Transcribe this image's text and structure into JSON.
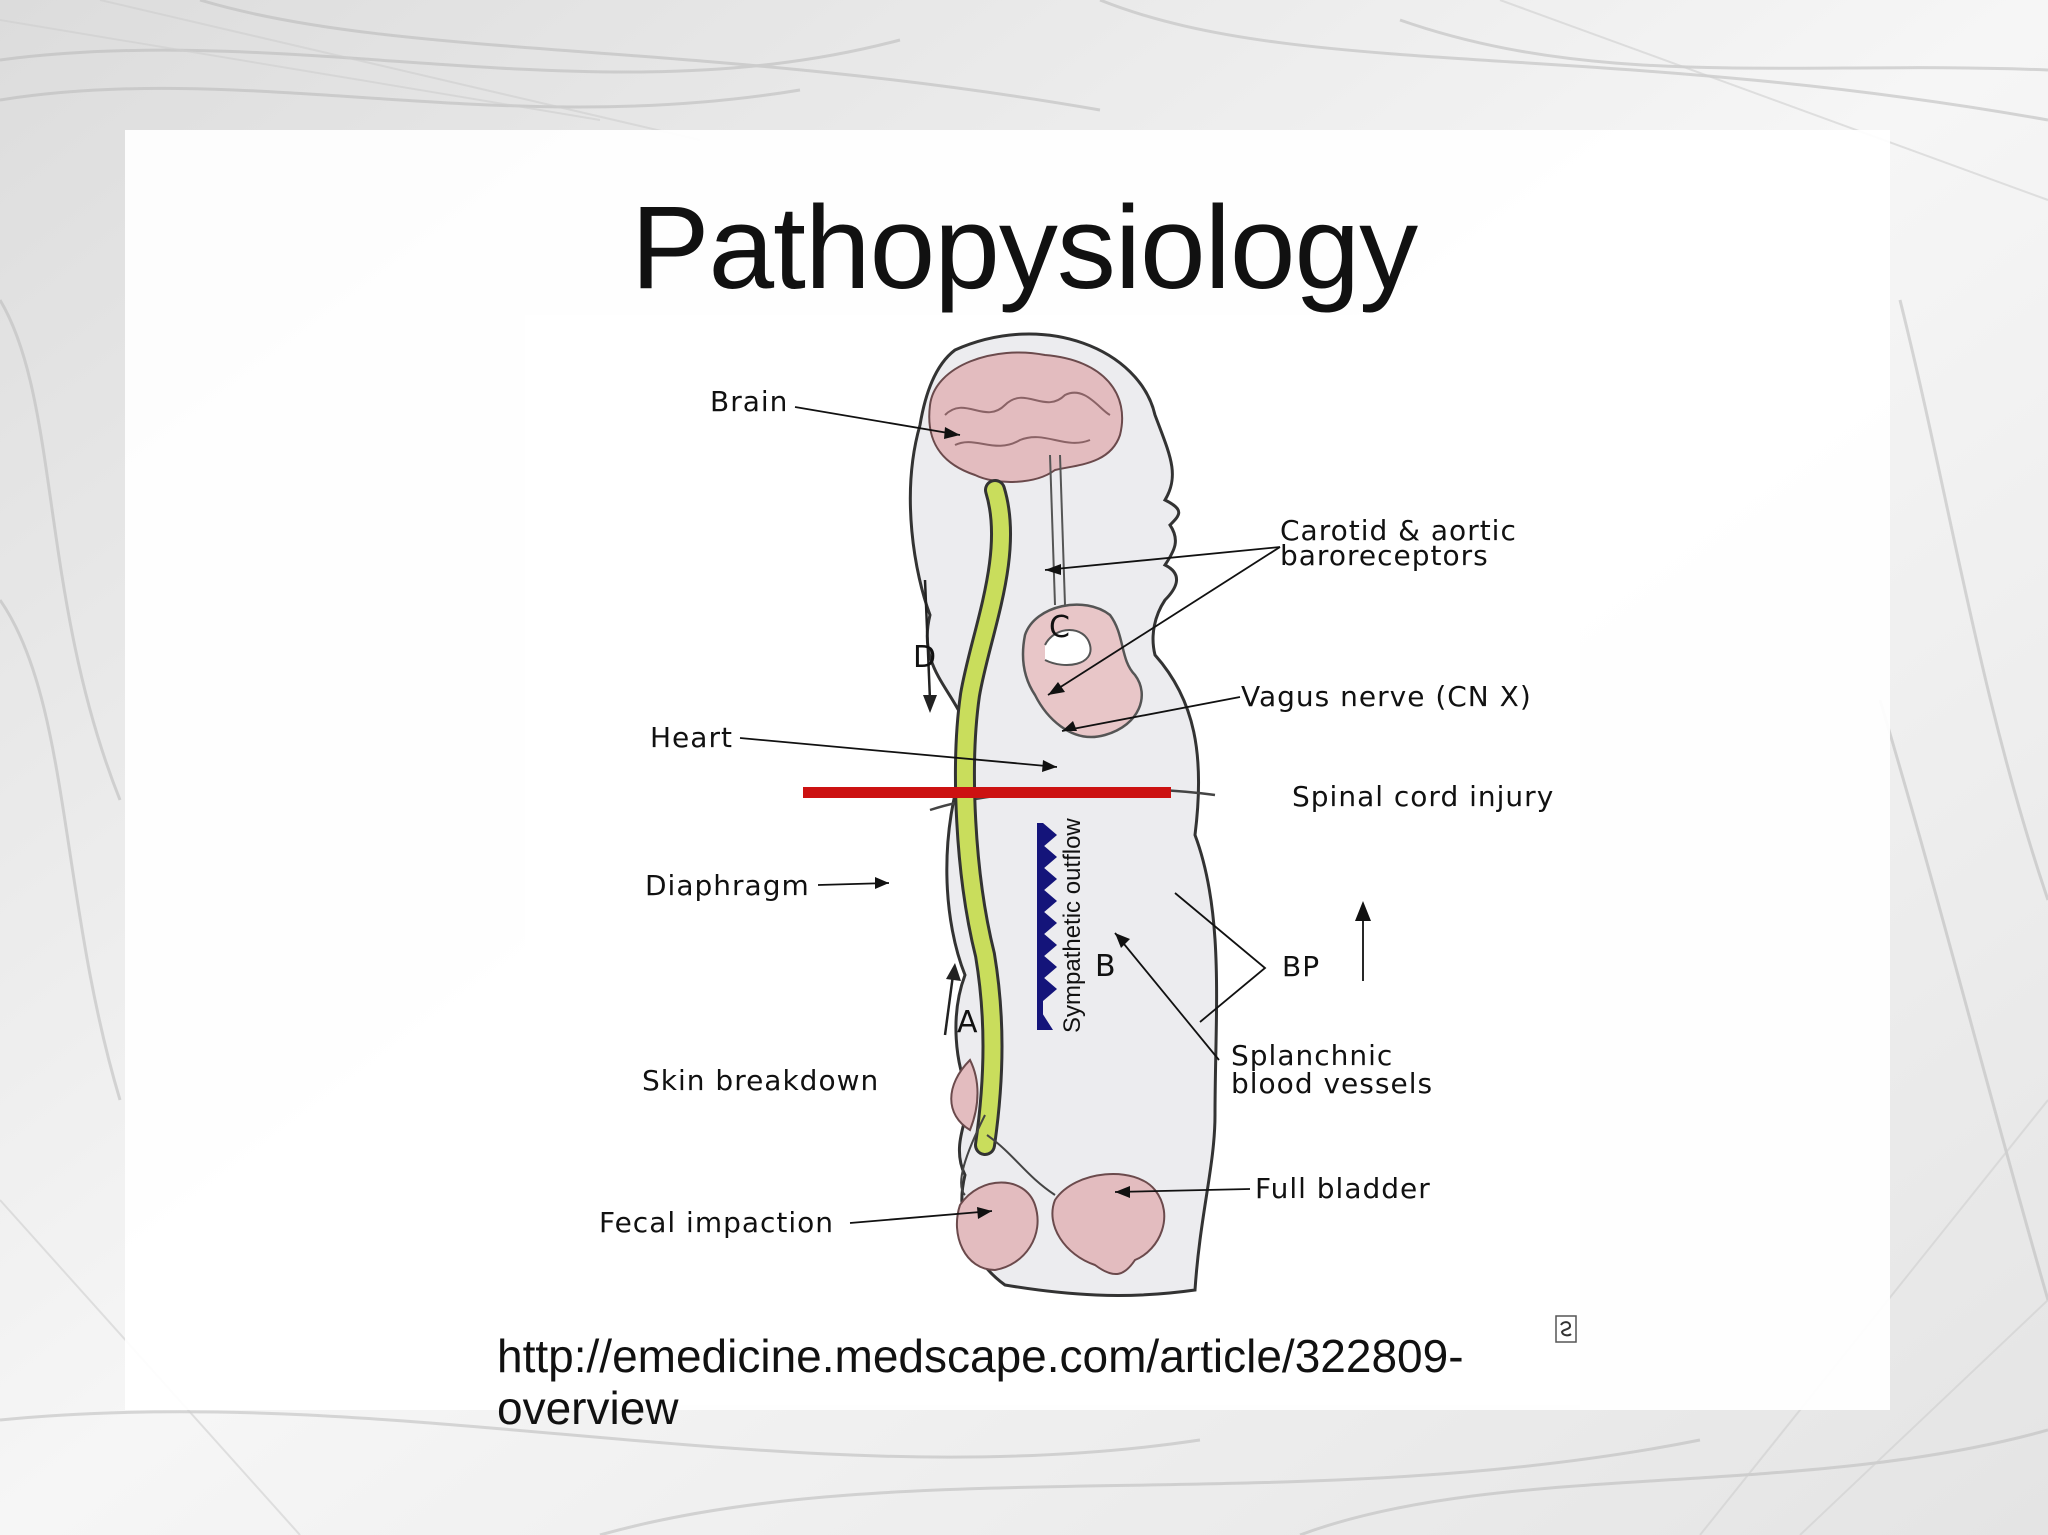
{
  "slide": {
    "title": "Pathopysiology",
    "source_url": "http://emedicine.medscape.com/article/322809-overview"
  },
  "diagram": {
    "labels": {
      "brain": "Brain",
      "baroreceptors_line1": "Carotid & aortic",
      "baroreceptors_line2": "baroreceptors",
      "vagus": "Vagus nerve (CN X)",
      "heart": "Heart",
      "injury": "Spinal cord injury",
      "diaphragm": "Diaphragm",
      "bp": "BP",
      "splanchnic_line1": "Splanchnic",
      "splanchnic_line2": "blood vessels",
      "skin": "Skin breakdown",
      "bladder": "Full bladder",
      "fecal": "Fecal impaction",
      "sympathetic": "Sympathetic outflow"
    },
    "pathway_letters": [
      "A",
      "B",
      "C",
      "D"
    ],
    "colors": {
      "injury_line": "#cc1111",
      "spinal_cord": "#c9dd5c",
      "sympathetic_chain": "#14147a",
      "organ": "#e3bcbf"
    }
  },
  "icons": {
    "corner": "slide-footer-icon"
  }
}
